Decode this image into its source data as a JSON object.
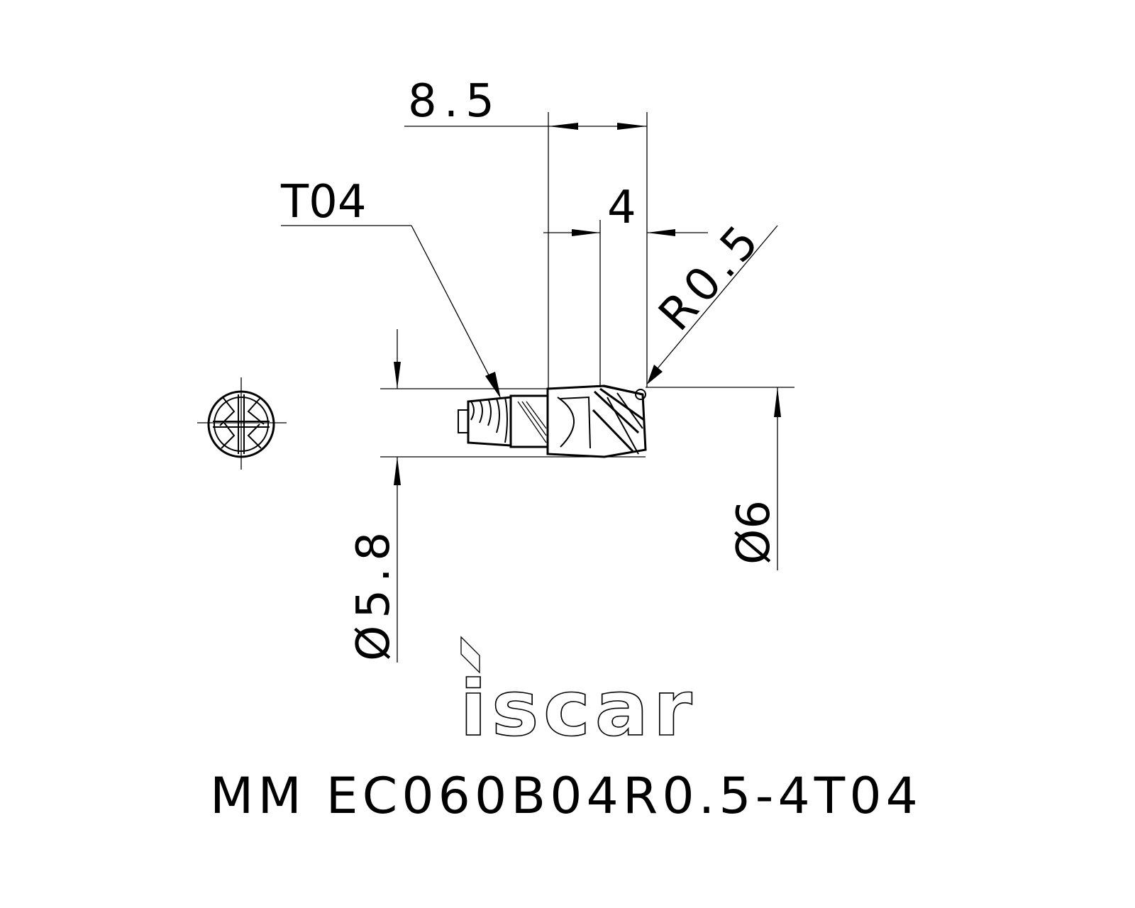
{
  "dimensions": {
    "overall_length": "8.5",
    "thread_label": "T04",
    "cutting_length": "4",
    "corner_radius": "R0.5",
    "neck_diameter": "Ø5.8",
    "cutting_diameter": "Ø6"
  },
  "brand": {
    "logo_text": "iscar"
  },
  "designation": "MM EC060B04R0.5-4T04",
  "colors": {
    "ink": "#000000",
    "background": "#ffffff"
  }
}
